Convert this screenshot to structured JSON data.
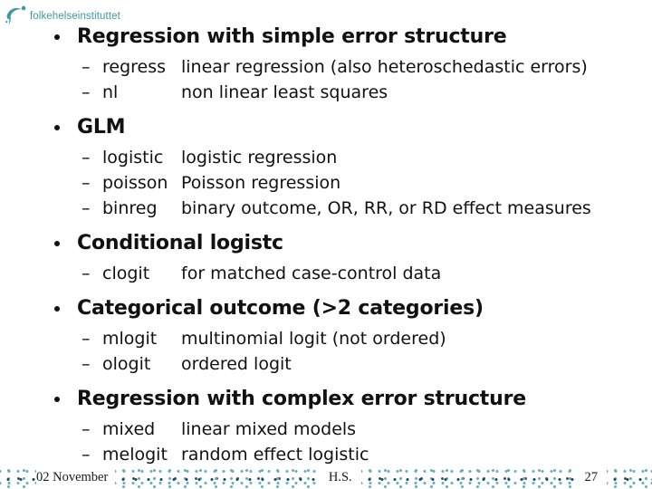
{
  "logo": {
    "text": "folkehelseinstituttet"
  },
  "slide": {
    "sections": [
      {
        "title": "Regression with simple error structure",
        "items": [
          {
            "cmd": "regress",
            "desc": "linear regression (also heteroschedastic errors)"
          },
          {
            "cmd": "nl",
            "desc": "non linear least squares"
          }
        ]
      },
      {
        "title": "GLM",
        "items": [
          {
            "cmd": "logistic",
            "desc": "logistic regression"
          },
          {
            "cmd": "poisson",
            "desc": "Poisson regression"
          },
          {
            "cmd": "binreg",
            "desc": "binary outcome, OR, RR, or RD effect measures"
          }
        ]
      },
      {
        "title": "Conditional logistc",
        "items": [
          {
            "cmd": "clogit",
            "desc": "for matched case-control data"
          }
        ]
      },
      {
        "title": "Categorical outcome (>2 categories)",
        "items": [
          {
            "cmd": "mlogit",
            "desc": "multinomial logit (not ordered)"
          },
          {
            "cmd": "ologit",
            "desc": "ordered logit"
          }
        ]
      },
      {
        "title": "Regression with complex error structure",
        "items": [
          {
            "cmd": "mixed",
            "desc": "linear mixed models"
          },
          {
            "cmd": "melogit",
            "desc": "random effect logistic"
          }
        ]
      }
    ]
  },
  "footer": {
    "date": "02 November",
    "author": "H.S.",
    "page": "27"
  },
  "colors": {
    "brand_teal": "#3E98A3",
    "dot_teal": "#68AFB8",
    "dot_navy": "#1E4E63",
    "text_main": "#111111"
  }
}
